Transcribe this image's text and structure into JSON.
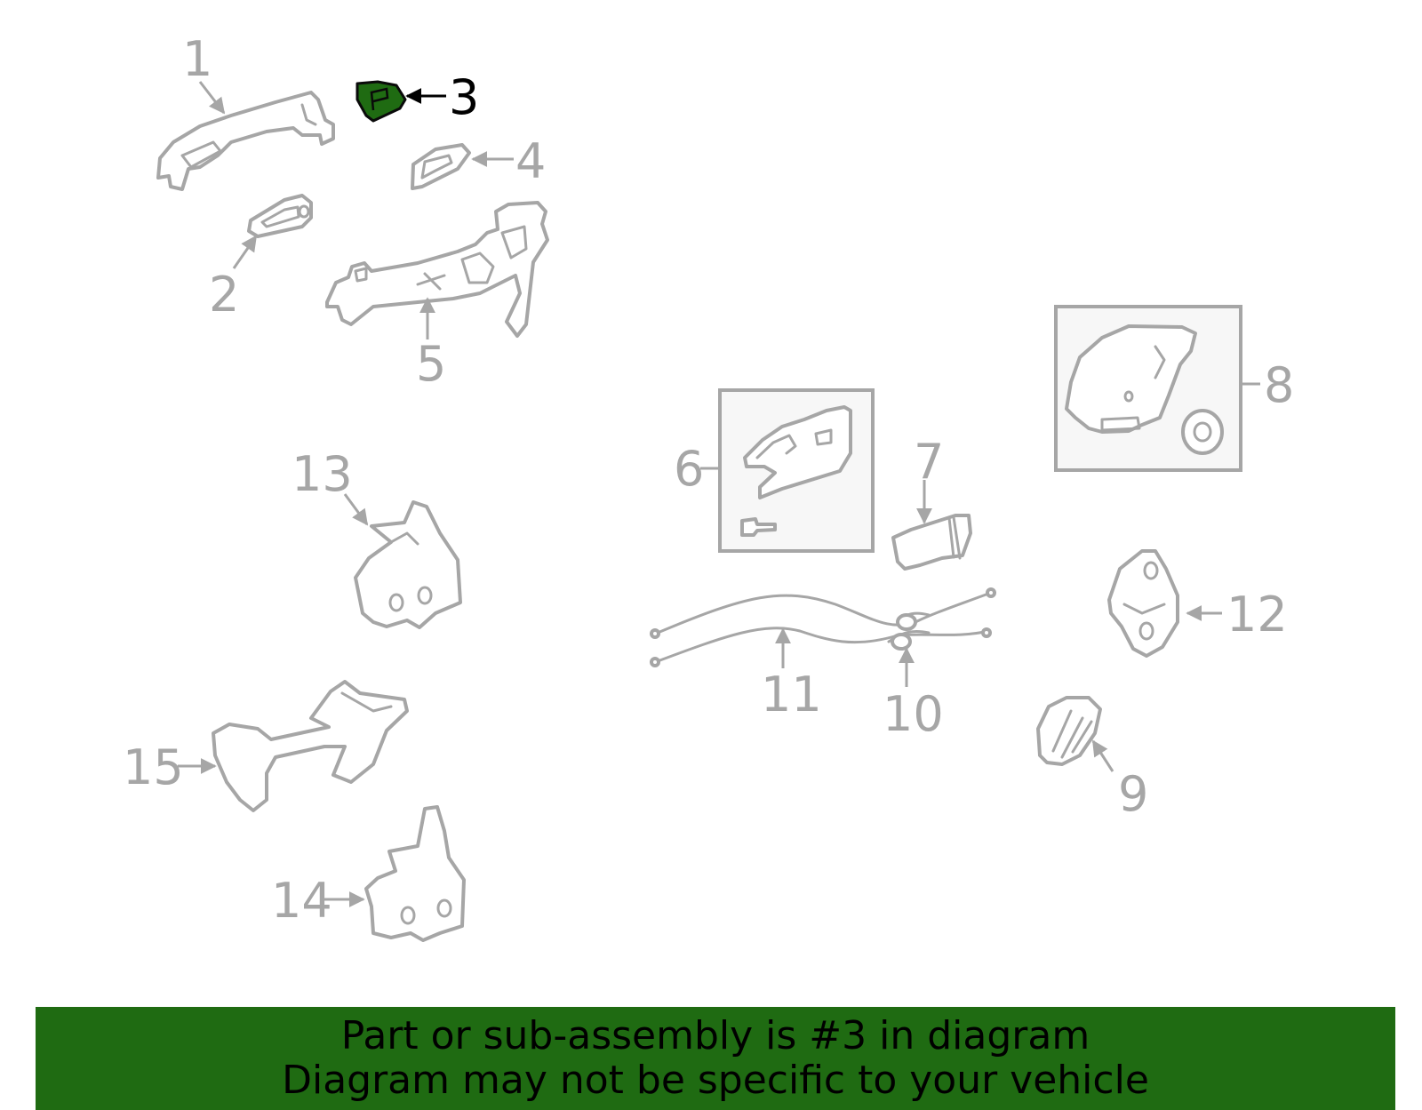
{
  "diagram": {
    "highlight_color": "#1f6b12",
    "callouts": [
      "1",
      "2",
      "3",
      "4",
      "5",
      "6",
      "7",
      "8",
      "9",
      "10",
      "11",
      "12",
      "13",
      "14",
      "15"
    ],
    "highlighted_part": "3"
  },
  "banner": {
    "line1": "Part or sub-assembly is #3 in diagram",
    "line2": "Diagram may not be specific to your vehicle"
  }
}
